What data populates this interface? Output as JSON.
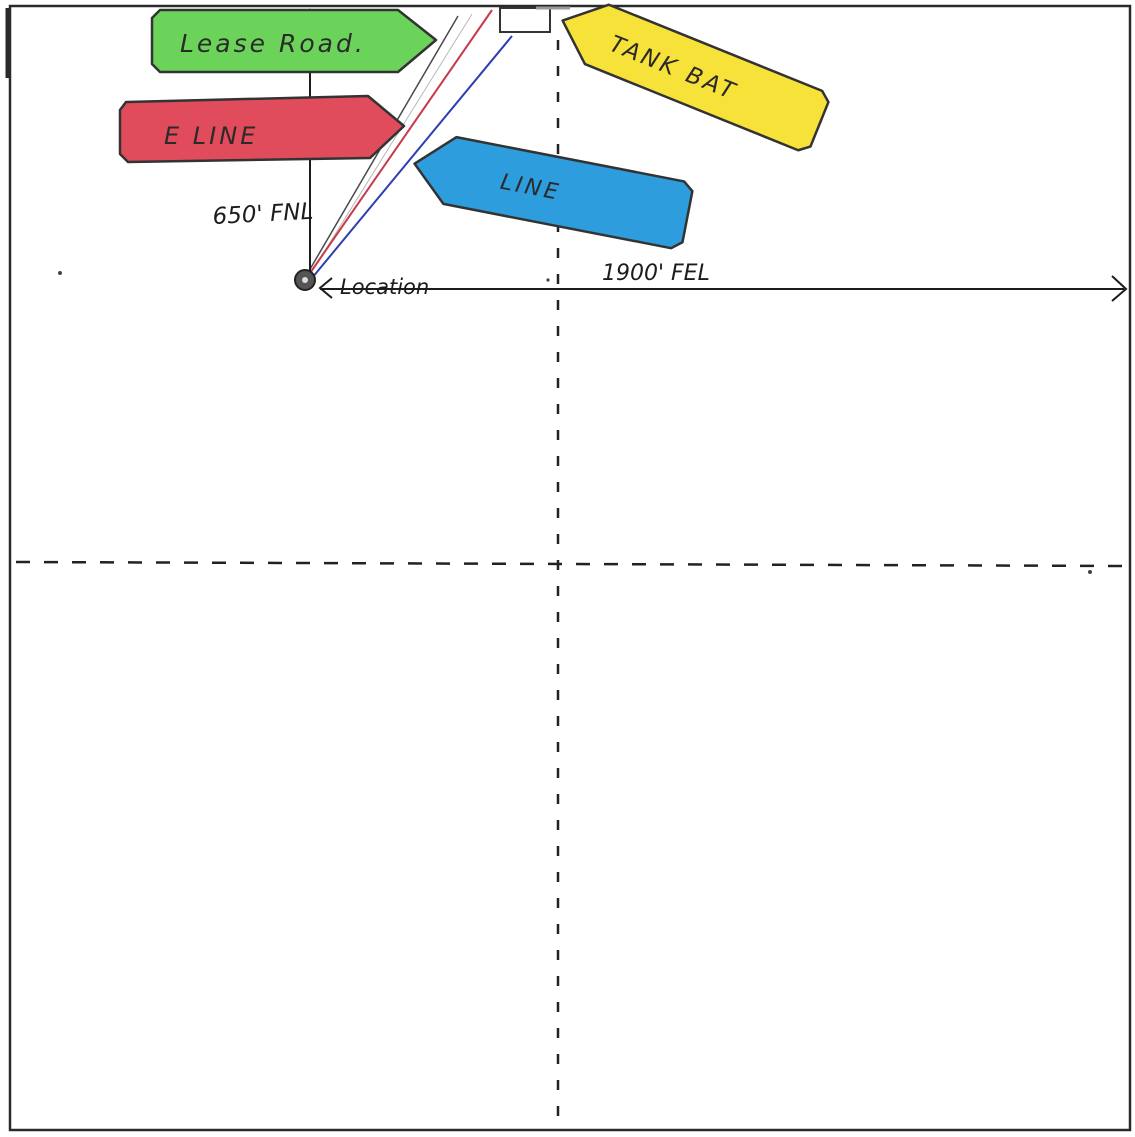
{
  "plat": {
    "labels": {
      "fnl": "650' FNL",
      "fel": "1900' FEL",
      "location": "Location"
    },
    "tags": {
      "lease_road": "Lease Road.",
      "e_line": "E LINE",
      "line": "LINE",
      "tank_bat": "TANK BAT"
    },
    "colors": {
      "lease_road": "#6cd35a",
      "e_line": "#e04c5c",
      "line": "#2e9ddd",
      "tank_bat": "#f7e23a",
      "e_line_route": "#c8394a",
      "line_route": "#2b3fb5"
    }
  }
}
